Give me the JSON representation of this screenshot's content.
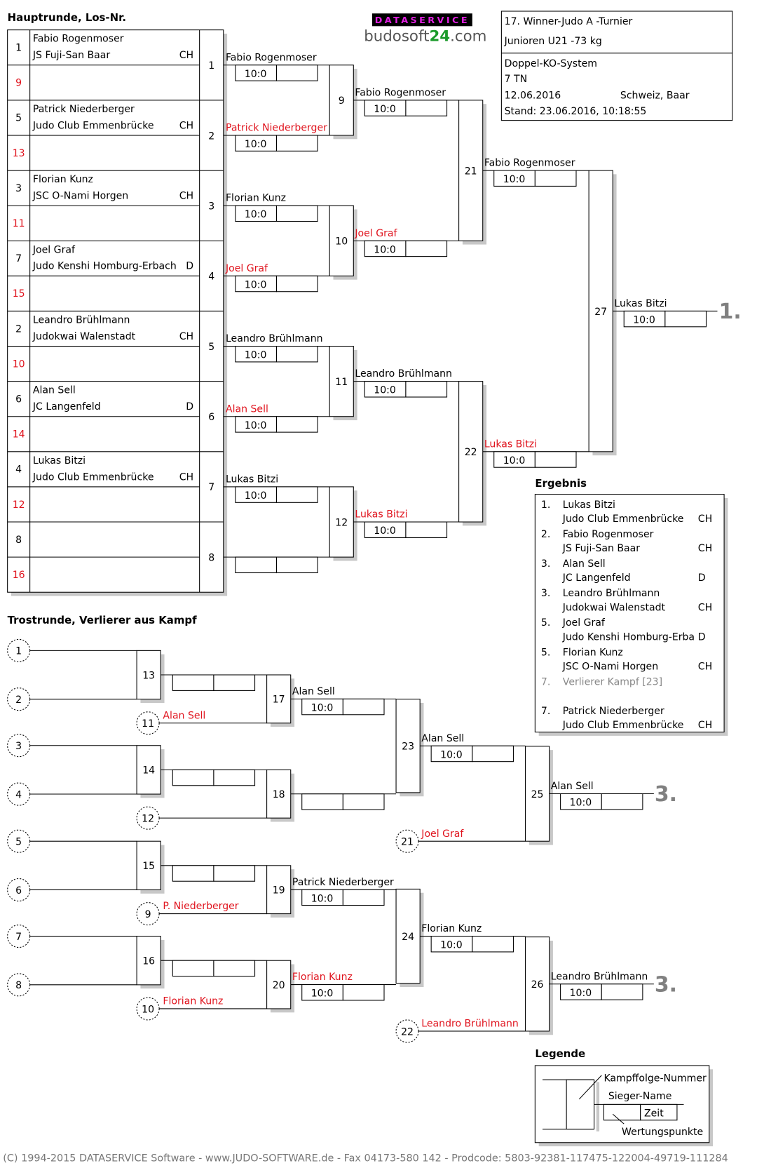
{
  "logo": {
    "top": "DATASERVICE",
    "bottom_prefix": "budosoft",
    "bottom_num": "24",
    "bottom_suffix": ".com",
    "top_color": "#e020e0",
    "num_color": "#1a9a2a"
  },
  "info": {
    "title": "17. Winner-Judo A -Turnier",
    "category": "Junioren U21 -73 kg",
    "system": "Doppel-KO-System",
    "participants": "7 TN",
    "date": "12.06.2016",
    "location": "Schweiz, Baar",
    "stand": "Stand: 23.06.2016, 10:18:55"
  },
  "main": {
    "heading": "Hauptrunde, Los-Nr.",
    "slots": [
      {
        "los": "1",
        "name": "Fabio Rogenmoser",
        "club": "JS Fuji-San Baar",
        "nation": "CH",
        "red": false
      },
      {
        "los": "9",
        "name": "",
        "club": "",
        "nation": "",
        "red": true
      },
      {
        "los": "5",
        "name": "Patrick Niederberger",
        "club": "Judo Club Emmenbrücke",
        "nation": "CH",
        "red": false
      },
      {
        "los": "13",
        "name": "",
        "club": "",
        "nation": "",
        "red": true
      },
      {
        "los": "3",
        "name": "Florian Kunz",
        "club": "JSC O-Nami Horgen",
        "nation": "CH",
        "red": false
      },
      {
        "los": "11",
        "name": "",
        "club": "",
        "nation": "",
        "red": true
      },
      {
        "los": "7",
        "name": "Joel Graf",
        "club": "Judo Kenshi Homburg-Erbach",
        "nation": "D",
        "red": false
      },
      {
        "los": "15",
        "name": "",
        "club": "",
        "nation": "",
        "red": true
      },
      {
        "los": "2",
        "name": "Leandro Brühlmann",
        "club": "Judokwai Walenstadt",
        "nation": "CH",
        "red": false
      },
      {
        "los": "10",
        "name": "",
        "club": "",
        "nation": "",
        "red": true
      },
      {
        "los": "6",
        "name": "Alan Sell",
        "club": "JC Langenfeld",
        "nation": "D",
        "red": false
      },
      {
        "los": "14",
        "name": "",
        "club": "",
        "nation": "",
        "red": true
      },
      {
        "los": "4",
        "name": "Lukas Bitzi",
        "club": "Judo Club Emmenbrücke",
        "nation": "CH",
        "red": false
      },
      {
        "los": "12",
        "name": "",
        "club": "",
        "nation": "",
        "red": true
      },
      {
        "los": "8",
        "name": "",
        "club": "",
        "nation": "",
        "red": false
      },
      {
        "los": "16",
        "name": "",
        "club": "",
        "nation": "",
        "red": true
      }
    ],
    "r1": [
      {
        "no": "1",
        "winner": "Fabio Rogenmoser",
        "red": false,
        "score": "10:0"
      },
      {
        "no": "2",
        "winner": "Patrick Niederberger",
        "red": true,
        "score": "10:0"
      },
      {
        "no": "3",
        "winner": "Florian Kunz",
        "red": false,
        "score": "10:0"
      },
      {
        "no": "4",
        "winner": "Joel Graf",
        "red": true,
        "score": "10:0"
      },
      {
        "no": "5",
        "winner": "Leandro Brühlmann",
        "red": false,
        "score": "10:0"
      },
      {
        "no": "6",
        "winner": "Alan Sell",
        "red": true,
        "score": "10:0"
      },
      {
        "no": "7",
        "winner": "Lukas Bitzi",
        "red": false,
        "score": "10:0"
      },
      {
        "no": "8",
        "winner": "",
        "red": false,
        "score": ""
      }
    ],
    "r2": [
      {
        "no": "9",
        "winner": "Fabio Rogenmoser",
        "red": false,
        "score": "10:0"
      },
      {
        "no": "10",
        "winner": "Joel Graf",
        "red": true,
        "score": "10:0"
      },
      {
        "no": "11",
        "winner": "Leandro Brühlmann",
        "red": false,
        "score": "10:0"
      },
      {
        "no": "12",
        "winner": "Lukas Bitzi",
        "red": true,
        "score": "10:0"
      }
    ],
    "r3": [
      {
        "no": "21",
        "winner": "Fabio Rogenmoser",
        "red": false,
        "score": "10:0"
      },
      {
        "no": "22",
        "winner": "Lukas Bitzi",
        "red": true,
        "score": "10:0"
      }
    ],
    "final": {
      "no": "27",
      "winner": "Lukas Bitzi",
      "red": false,
      "score": "10:0",
      "place": "1."
    }
  },
  "repechage": {
    "heading": "Trostrunde, Verlierer aus Kampf",
    "blocks": [
      {
        "in_a": "1",
        "in_b": "2",
        "fight1": "13",
        "late": "11",
        "late_name": "Alan Sell",
        "fight2": "17",
        "winner2": "Alan Sell",
        "score2": "10:0"
      },
      {
        "in_a": "3",
        "in_b": "4",
        "fight1": "14",
        "late": "12",
        "late_name": "",
        "fight2": "18",
        "winner2": "",
        "score2": ""
      },
      {
        "in_a": "5",
        "in_b": "6",
        "fight1": "15",
        "late": "9",
        "late_name": "P. Niederberger",
        "fight2": "19",
        "winner2": "Patrick Niederberger",
        "score2": "10:0"
      },
      {
        "in_a": "7",
        "in_b": "8",
        "fight1": "16",
        "late": "10",
        "late_name": "Florian Kunz",
        "fight2": "20",
        "winner2": "Florian Kunz",
        "score2": "10:0"
      }
    ],
    "semis": [
      {
        "no": "23",
        "winner": "Alan Sell",
        "score": "10:0",
        "top_red": false,
        "bottom_winner": ""
      },
      {
        "no": "24",
        "winner": "Florian Kunz",
        "score": "10:0",
        "top_red": false,
        "bottom_winner": "Florian Kunz"
      }
    ],
    "bronze": [
      {
        "no": "25",
        "late": "21",
        "late_name": "Joel Graf",
        "winner": "Alan Sell",
        "score": "10:0",
        "place": "3."
      },
      {
        "no": "26",
        "late": "22",
        "late_name": "Leandro Brühlmann",
        "winner": "Leandro Brühlmann",
        "score": "10:0",
        "place": "3."
      }
    ]
  },
  "result": {
    "heading": "Ergebnis",
    "rows": [
      {
        "rank": "1.",
        "name": "Lukas Bitzi",
        "club": "Judo Club Emmenbrücke",
        "nation": "CH",
        "muted": false
      },
      {
        "rank": "2.",
        "name": "Fabio Rogenmoser",
        "club": "JS Fuji-San Baar",
        "nation": "CH",
        "muted": false
      },
      {
        "rank": "3.",
        "name": "Alan Sell",
        "club": "JC Langenfeld",
        "nation": "D",
        "muted": false
      },
      {
        "rank": "3.",
        "name": "Leandro Brühlmann",
        "club": "Judokwai Walenstadt",
        "nation": "CH",
        "muted": false
      },
      {
        "rank": "5.",
        "name": "Joel Graf",
        "club": "Judo Kenshi Homburg-Erba",
        "nation": "D",
        "muted": false
      },
      {
        "rank": "5.",
        "name": "Florian Kunz",
        "club": "JSC O-Nami Horgen",
        "nation": "CH",
        "muted": false
      },
      {
        "rank": "7.",
        "name": "Verlierer Kampf [23]",
        "club": "",
        "nation": "",
        "muted": true
      },
      {
        "rank": "7.",
        "name": "Patrick Niederberger",
        "club": "Judo Club Emmenbrücke",
        "nation": "CH",
        "muted": false
      }
    ]
  },
  "legend": {
    "heading": "Legende",
    "fight_number": "Kampffolge-Nummer",
    "winner_name": "Sieger-Name",
    "time": "Zeit",
    "points": "Wertungspunkte"
  },
  "footer": "(C) 1994-2015 DATASERVICE Software - www.JUDO-SOFTWARE.de - Fax 04173-580 142 - Prodcode: 5803-92381-117475-122004-49719-111284"
}
